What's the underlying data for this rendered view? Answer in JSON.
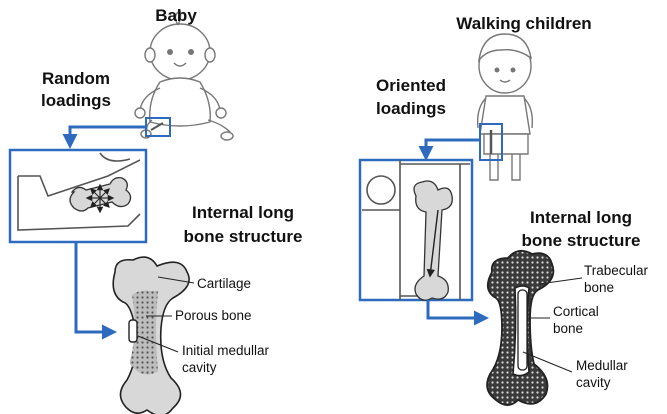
{
  "left": {
    "subject": "Baby",
    "loading_line1": "Random",
    "loading_line2": "loadings",
    "structure_line1": "Internal long",
    "structure_line2": "bone structure",
    "labels": {
      "cartilage": "Cartilage",
      "porous": "Porous bone",
      "medullar_line1": "Initial medullar",
      "medullar_line2": "cavity"
    }
  },
  "right": {
    "subject": "Walking children",
    "loading_line1": "Oriented",
    "loading_line2": "loadings",
    "structure_line1": "Internal long",
    "structure_line2": "bone structure",
    "labels": {
      "trabecular_line1": "Trabecular",
      "trabecular_line2": "bone",
      "cortical_line1": "Cortical",
      "cortical_line2": "bone",
      "medullar_line1": "Medullar",
      "medullar_line2": "cavity"
    }
  },
  "colors": {
    "accent": "#2e6bbf",
    "bone_fill": "#d8d8d8",
    "outline": "#222222"
  }
}
